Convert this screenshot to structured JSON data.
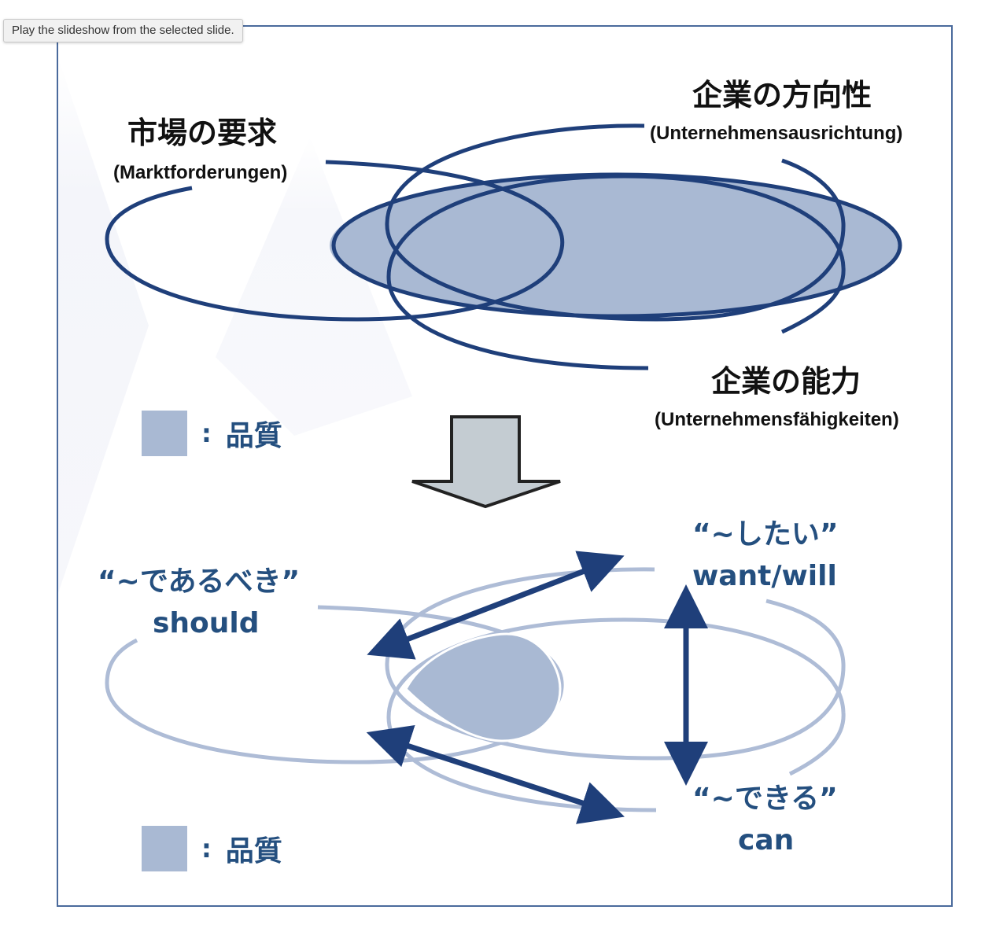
{
  "tooltip": "Play the slideshow from the selected slide.",
  "colors": {
    "frame": "#4a6a9c",
    "ellipse_dark": "#1f3f7a",
    "ellipse_light": "#aebcd6",
    "quality_fill": "#a9b9d3",
    "capability_fill": "#c7cfd6",
    "label_blue": "#244f7f",
    "arrow_fill": "#c4ccd2"
  },
  "top_diagram": {
    "market": {
      "title": "市場の要求",
      "subtitle": "(Marktforderungen)"
    },
    "direction": {
      "title": "企業の方向性",
      "subtitle": "(Unternehmensausrichtung)"
    },
    "capability": {
      "title": "企業の能力",
      "subtitle": "(Unternehmensfähigkeiten)"
    },
    "legend": {
      "colon": ":",
      "text": "品質"
    }
  },
  "down_arrow_icon": "down-arrow-icon",
  "bottom_diagram": {
    "should": {
      "jp": "“~であるべき”",
      "en": "should"
    },
    "want": {
      "jp": "“~したい”",
      "en": "want/will"
    },
    "can": {
      "jp": "“~できる”",
      "en": "can"
    },
    "legend": {
      "colon": ":",
      "text": "品質"
    }
  }
}
